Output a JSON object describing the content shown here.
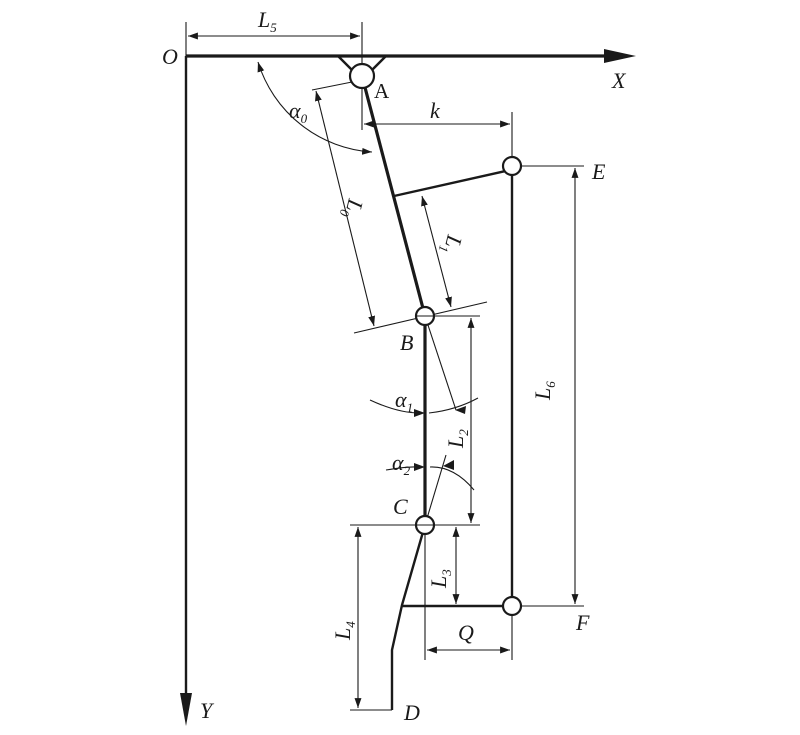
{
  "labels": {
    "origin": "O",
    "x_axis": "X",
    "y_axis": "Y",
    "point_a": "A",
    "point_b": "B",
    "point_c": "C",
    "point_d": "D",
    "point_e": "E",
    "point_f": "F",
    "dim_l5": {
      "main": "L",
      "sub": "5"
    },
    "dim_k": "k",
    "angle_alpha0": {
      "main": "α",
      "sub": "0"
    },
    "dim_l0": {
      "main": "L",
      "sub": "0"
    },
    "dim_l1": {
      "main": "L",
      "sub": "1"
    },
    "dim_l2": {
      "main": "L",
      "sub": "2"
    },
    "dim_l3": {
      "main": "L",
      "sub": "3"
    },
    "dim_l4": {
      "main": "L",
      "sub": "4"
    },
    "dim_l6": {
      "main": "L",
      "sub": "6"
    },
    "angle_alpha1": {
      "main": "α",
      "sub": "1"
    },
    "angle_alpha2": {
      "main": "α",
      "sub": "2"
    },
    "dim_q": "Q"
  }
}
